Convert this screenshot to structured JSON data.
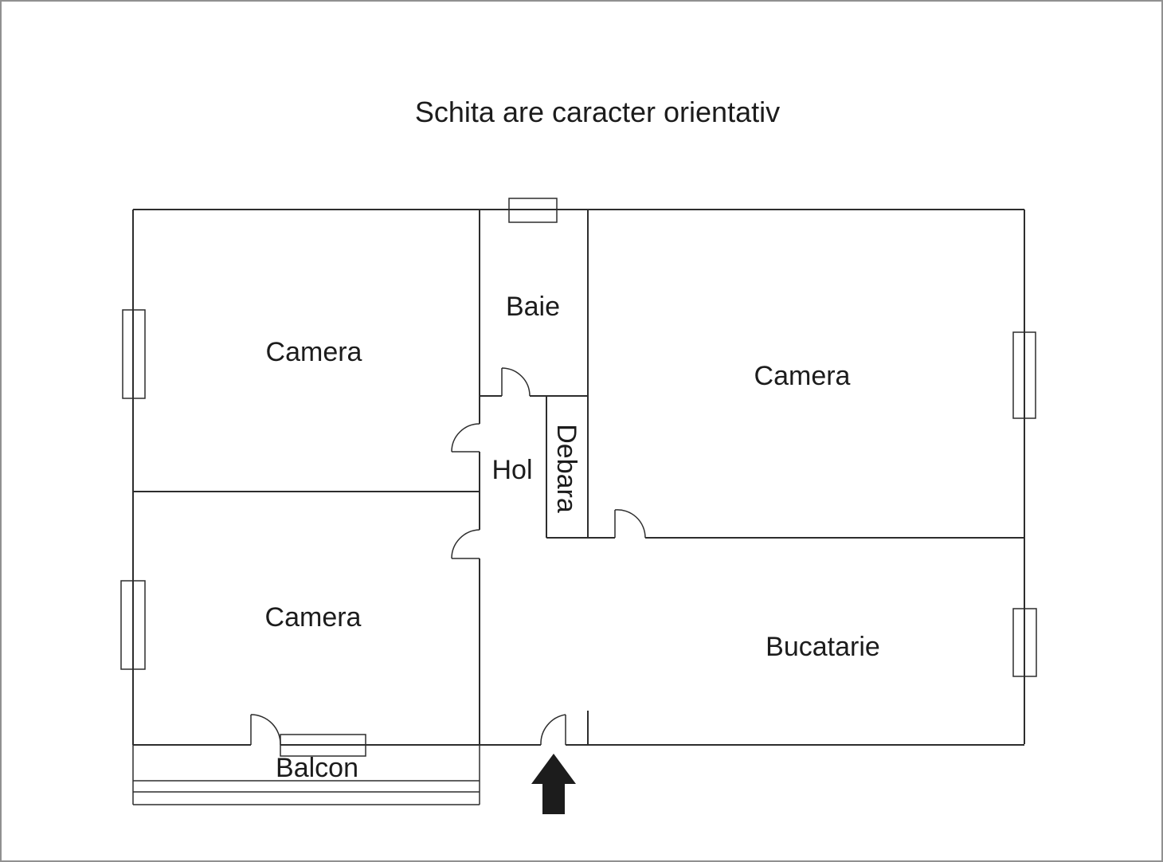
{
  "title": "Schita are caracter orientativ",
  "rooms": {
    "camera_top_left": "Camera",
    "camera_right": "Camera",
    "camera_bottom_left": "Camera",
    "baie": "Baie",
    "hol": "Hol",
    "debara": "Debara",
    "bucatarie": "Bucatarie",
    "balcon": "Balcon"
  },
  "colors": {
    "wall": "#2d2d2d",
    "canvas_border": "#919191",
    "background": "#ffffff",
    "arrow": "#1c1c1c"
  }
}
